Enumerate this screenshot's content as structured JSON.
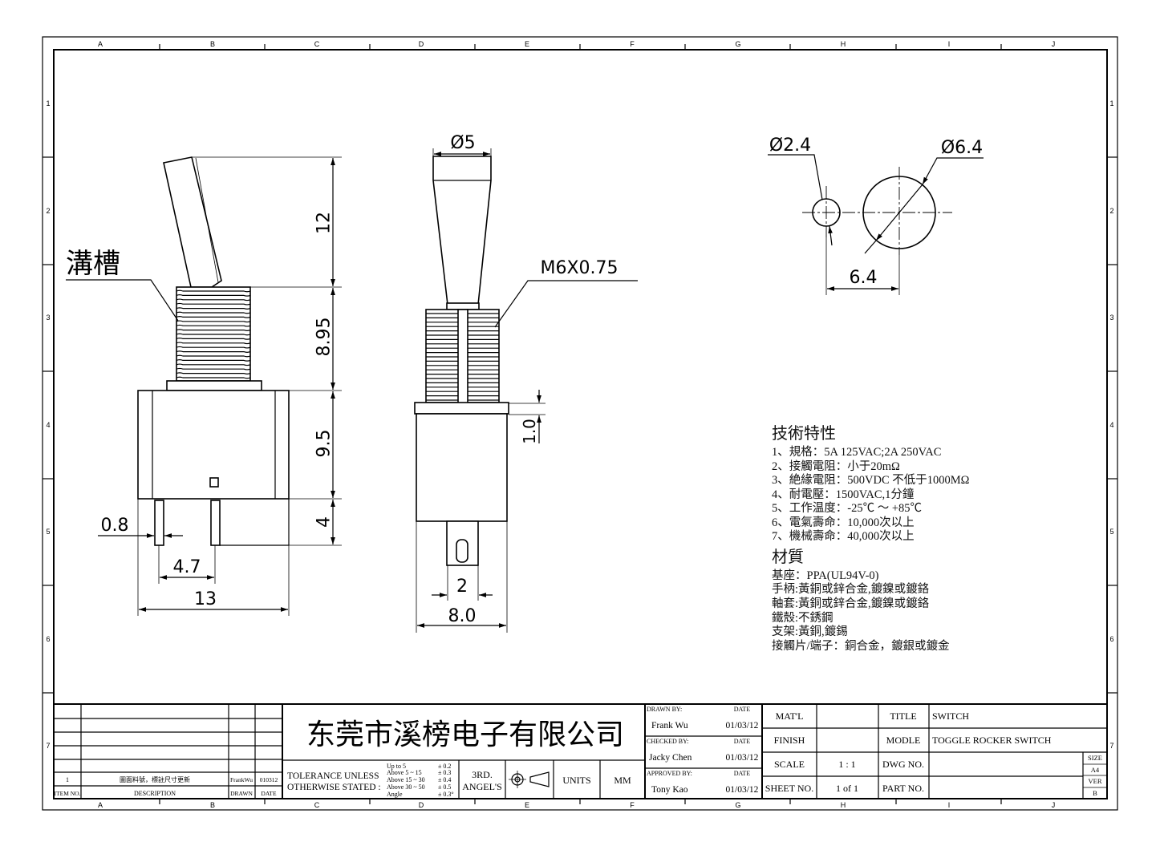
{
  "frame": {
    "columns": [
      "A",
      "B",
      "C",
      "D",
      "E",
      "F",
      "G",
      "H",
      "I",
      "J"
    ],
    "rows": [
      "1",
      "2",
      "3",
      "4",
      "5",
      "6",
      "7"
    ]
  },
  "side_view": {
    "groove_label": "溝槽",
    "dim_lever_height": "12",
    "dim_bushing_height": "8.95",
    "dim_body_height": "9.5",
    "dim_terminal_length": "4",
    "dim_terminal_thickness": "0.8",
    "dim_terminal_pitch": "4.7",
    "dim_body_width": "13"
  },
  "front_view": {
    "dim_lever_diameter": "Ø5",
    "thread_spec": "M6X0.75",
    "dim_flange": "1.0",
    "dim_terminal_width": "2",
    "dim_body_width": "8.0"
  },
  "panel_cutout": {
    "small_hole": "Ø2.4",
    "large_hole": "Ø6.4",
    "hole_spacing": "6.4"
  },
  "specs": {
    "heading": "技術特性",
    "items": [
      "1、規格：5A 125VAC;2A 250VAC",
      "2、接觸電阻：小于20mΩ",
      "3、絶緣電阻：500VDC 不低于1000MΩ",
      "4、耐電壓：1500VAC,1分鐘",
      "5、工作温度：-25℃ ～ +85℃",
      "6、電氣壽命：10,000次以上",
      "7、機械壽命：40,000次以上"
    ]
  },
  "materials": {
    "heading": "材質",
    "items": [
      "基座：PPA(UL94V-0)",
      "手柄:黃銅或鋅合金,鍍鎳或鍍鉻",
      "軸套:黃銅或鋅合金,鍍鎳或鍍鉻",
      "鐵殼:不銹鋼",
      "支架:黃銅,鍍錫",
      "接觸片/端子：銅合金，鍍銀或鍍金"
    ]
  },
  "title_block": {
    "revision": {
      "item": "1",
      "description": "圖面料號，標註尺寸更新",
      "drawn": "FrankWu",
      "date": "010312",
      "header_item": "ITEM NO.",
      "header_description": "DESCRIPTION",
      "header_drawn": "DRAWN",
      "header_date": "DATE"
    },
    "company": "东莞市溪榜电子有限公司",
    "tolerance": {
      "label_1": "TOLERANCE UNLESS",
      "label_2": "OTHERWISE STATED :",
      "rows": [
        {
          "range": "Up  to 5",
          "tol": "± 0.2"
        },
        {
          "range": "Above 5  ~ 15",
          "tol": "± 0.3"
        },
        {
          "range": "Above 15 ~ 30",
          "tol": "± 0.4"
        },
        {
          "range": "Above 30 ~ 50",
          "tol": "± 0.5"
        },
        {
          "range": "Angle",
          "tol": "± 0.3°"
        }
      ]
    },
    "projection": {
      "line_1": "3RD.",
      "line_2": "ANGEL'S"
    },
    "units": {
      "label": "UNITS",
      "value": "MM"
    },
    "approvals": {
      "drawn_by_label": "DRAWN BY:",
      "checked_by_label": "CHECKED BY:",
      "approved_by_label": "APPROVED BY:",
      "date_label": "DATE",
      "drawn_by": "Frank Wu",
      "drawn_date": "01/03/12",
      "checked_by": "Jacky Chen",
      "checked_date": "01/03/12",
      "approved_by": "Tony Kao",
      "approved_date": "01/03/12"
    },
    "fields": {
      "mat_label": "MAT'L",
      "finish_label": "FINISH",
      "scale_label": "SCALE",
      "scale": "1 : 1",
      "sheet_label": "SHEET NO.",
      "sheet": "1 of 1",
      "title_label": "TITLE",
      "title": "SWITCH",
      "model_label": "MODLE",
      "model": "TOGGLE ROCKER SWITCH",
      "dwg_label": "DWG NO.",
      "part_label": "PART NO.",
      "size_label": "SIZE",
      "size": "A4",
      "ver_label": "VER",
      "ver": "B"
    }
  }
}
